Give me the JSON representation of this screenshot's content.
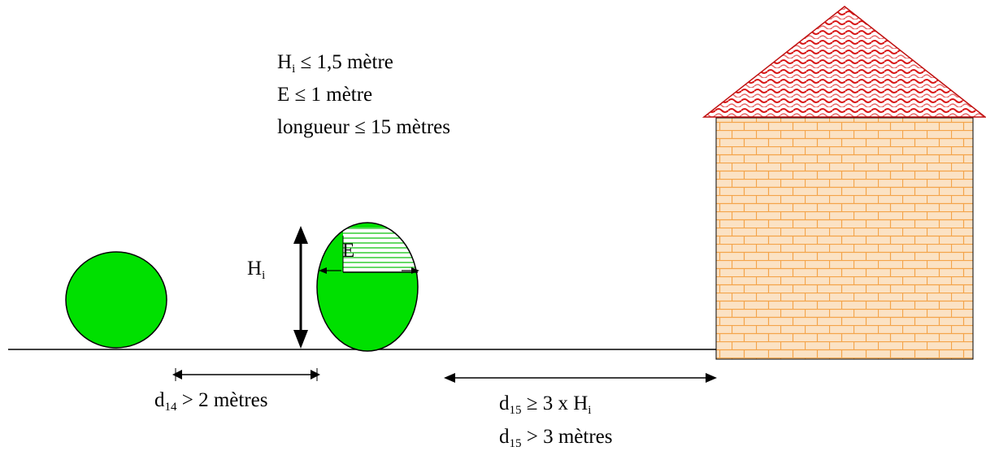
{
  "conditions": {
    "line1": {
      "var": "H",
      "sub": "i",
      "rest": " ≤ 1,5 mètre"
    },
    "line2": "E ≤ 1 mètre",
    "line3": "longueur ≤ 15 mètres"
  },
  "labels": {
    "height": {
      "var": "H",
      "sub": "i"
    },
    "thickness": "E",
    "d14": {
      "var": "d",
      "sub": "14",
      "rest": " > 2 mètres"
    },
    "d15_a": {
      "var": "d",
      "sub": "15",
      "rest": " ≥ 3 x H",
      "tail_sub": "i"
    },
    "d15_b": {
      "var": "d",
      "sub": "15",
      "rest": " > 3 mètres"
    }
  },
  "colors": {
    "hedge_green": "#00e000",
    "brick_fill": "#fbe2c4",
    "brick_mortar": "#f4a44a",
    "roof_red": "#d81818",
    "ink": "#000000"
  }
}
